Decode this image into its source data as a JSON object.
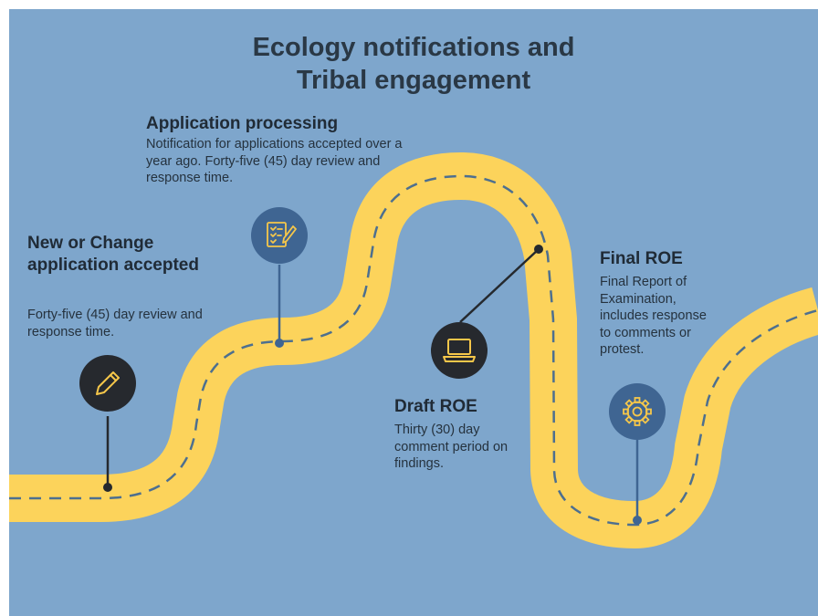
{
  "title": {
    "line1": "Ecology notifications and",
    "line2": "Tribal engagement"
  },
  "milestones": [
    {
      "heading": "New or Change application accepted",
      "description": "Forty-five (45) day review and response time.",
      "icon": "pencil-icon"
    },
    {
      "heading": "Application processing",
      "description": "Notification for applications accepted over a year ago. Forty-five (45) day review and response time.",
      "icon": "document-checklist-icon"
    },
    {
      "heading": "Draft ROE",
      "description": "Thirty (30) day comment period on findings.",
      "icon": "laptop-icon"
    },
    {
      "heading": "Final ROE",
      "description": "Final Report of Examination, includes response to comments or protest.",
      "icon": "gear-icon"
    }
  ],
  "colors": {
    "background": "#7ea6cc",
    "road": "#fcd35b",
    "road_dash": "#4d6f8f",
    "title_text": "#2a3845",
    "dark_marker": "#26292e",
    "blue_marker": "#3f6592",
    "icon_accent": "#f6c74a"
  }
}
